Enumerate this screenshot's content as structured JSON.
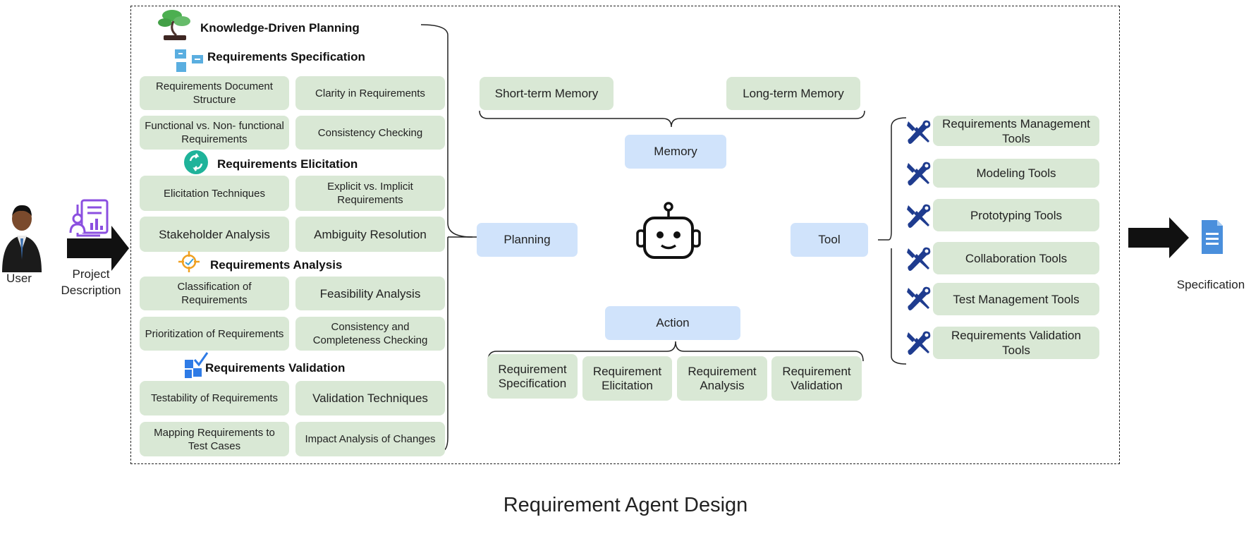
{
  "user": {
    "label": "User"
  },
  "project": {
    "label": "Project Description"
  },
  "output": {
    "label": "Specification"
  },
  "caption": "Requirement Agent Design",
  "planning_panel": {
    "title": "Knowledge-Driven Planning",
    "sections": [
      {
        "title": "Requirements  Specification",
        "items": [
          "Requirements Document Structure",
          "Clarity in Requirements",
          "Functional vs. Non- functional Requirements",
          "Consistency Checking"
        ]
      },
      {
        "title": "Requirements Elicitation",
        "items": [
          "Elicitation Techniques",
          "Explicit vs. Implicit Requirements",
          "Stakeholder Analysis",
          "Ambiguity Resolution"
        ]
      },
      {
        "title": "Requirements Analysis",
        "items": [
          "Classification of Requirements",
          "Feasibility Analysis",
          "Prioritization of Requirements",
          "Consistency and Completeness Checking"
        ]
      },
      {
        "title": "Requirements Validation",
        "items": [
          "Testability of  Requirements",
          "Validation Techniques",
          "Mapping Requirements to Test Cases",
          "Impact Analysis of Changes"
        ]
      }
    ]
  },
  "agent": {
    "planning": "Planning",
    "memory": "Memory",
    "tool": "Tool",
    "action": "Action",
    "memory_items": [
      "Short-term Memory",
      "Long-term Memory"
    ],
    "action_items": [
      "Requirement Specification",
      "Requirement Elicitation",
      "Requirement Analysis",
      "Requirement Validation"
    ]
  },
  "tools": [
    "Requirements Management Tools",
    "Modeling Tools",
    "Prototyping Tools",
    "Collaboration Tools",
    "Test Management Tools",
    "Requirements Validation Tools"
  ],
  "colors": {
    "green_box": "#d9e8d5",
    "blue_box": "#d0e3fb",
    "tool_icon": "#1f3c8f"
  }
}
